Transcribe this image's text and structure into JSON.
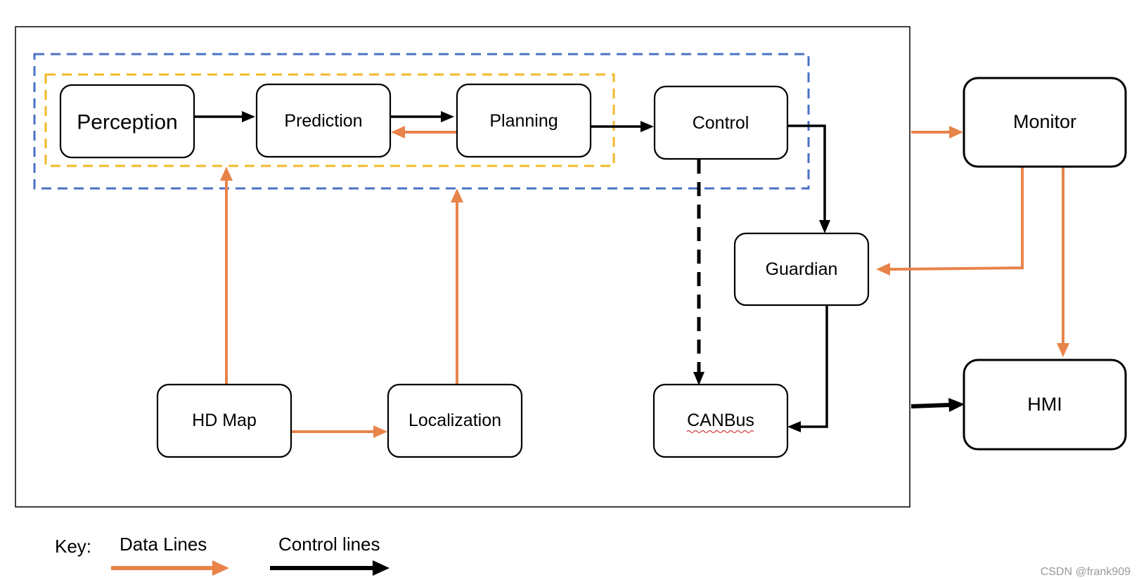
{
  "nodes": {
    "perception": "Perception",
    "prediction": "Prediction",
    "planning": "Planning",
    "control": "Control",
    "guardian": "Guardian",
    "hd_map": "HD Map",
    "localization": "Localization",
    "canbus": "CANBus",
    "monitor": "Monitor",
    "hmi": "HMI"
  },
  "key": {
    "title": "Key:",
    "data_lines": "Data Lines",
    "control_lines": "Control lines"
  },
  "watermark": "CSDN @frank909",
  "colors": {
    "data_line": "#e8844a",
    "control_line": "#000000",
    "outer_dashed_box": "#4a72c4",
    "inner_dashed_box": "#f2b928"
  }
}
